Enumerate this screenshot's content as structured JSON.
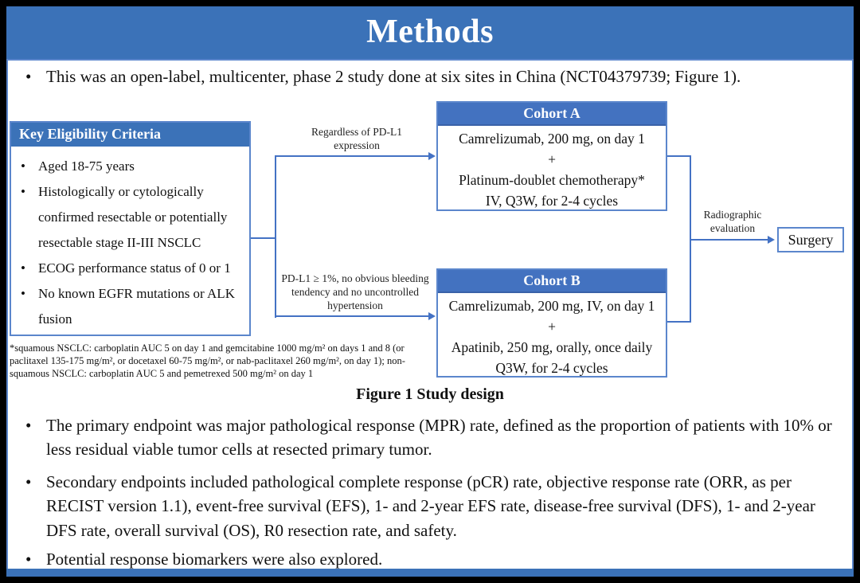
{
  "slide": {
    "title": "Methods"
  },
  "bullets": {
    "intro": "This was an open-label, multicenter, phase 2 study done at six sites in China (NCT04379739; Figure 1).",
    "primary": "The primary endpoint was major pathological response (MPR) rate, defined as the proportion of patients with 10% or less residual viable tumor cells at resected primary tumor.",
    "secondary": "Secondary endpoints included pathological complete response (pCR) rate, objective response rate (ORR, as per RECIST version 1.1), event-free survival (EFS), 1- and 2-year EFS rate, disease-free survival (DFS), 1- and 2-year DFS rate, overall survival (OS), R0 resection rate, and safety.",
    "biomarkers": "Potential response biomarkers were also explored."
  },
  "figure": {
    "caption": "Figure 1 Study design",
    "eligibility": {
      "header": "Key Eligibility Criteria",
      "items": [
        "Aged 18-75 years",
        "Histologically or cytologically confirmed resectable or potentially resectable stage II-III NSCLC",
        "ECOG performance status of 0 or 1",
        "No known EGFR mutations or ALK fusion"
      ]
    },
    "footnote": "*squamous NSCLC: carboplatin AUC 5 on day 1 and gemcitabine 1000 mg/m² on days 1 and 8 (or paclitaxel 135-175 mg/m², or docetaxel 60-75 mg/m², or nab-paclitaxel 260 mg/m², on day 1); non-squamous NSCLC: carboplatin AUC 5 and pemetrexed 500 mg/m² on day 1",
    "branch_a_label": "Regardless of PD-L1 expression",
    "branch_b_label": "PD-L1 ≥ 1%, no obvious bleeding tendency and no uncontrolled hypertension",
    "cohort_a": {
      "header": "Cohort A",
      "lines": [
        "Camrelizumab, 200 mg, on day 1",
        "+",
        "Platinum-doublet chemotherapy*",
        "IV, Q3W, for 2-4 cycles"
      ]
    },
    "cohort_b": {
      "header": "Cohort B",
      "lines": [
        "Camrelizumab, 200 mg, IV, on day 1",
        "+",
        "Apatinib, 250 mg, orally, once daily",
        "Q3W, for 2-4 cycles"
      ]
    },
    "evaluation_label": "Radiographic evaluation",
    "surgery_label": "Surgery"
  },
  "colors": {
    "banner_blue": "#3b72b8",
    "cohort_header_blue": "#4372c0",
    "line_blue": "#4472c4",
    "box_border_blue": "#5b86cc",
    "background": "#000000",
    "text": "#111111"
  }
}
